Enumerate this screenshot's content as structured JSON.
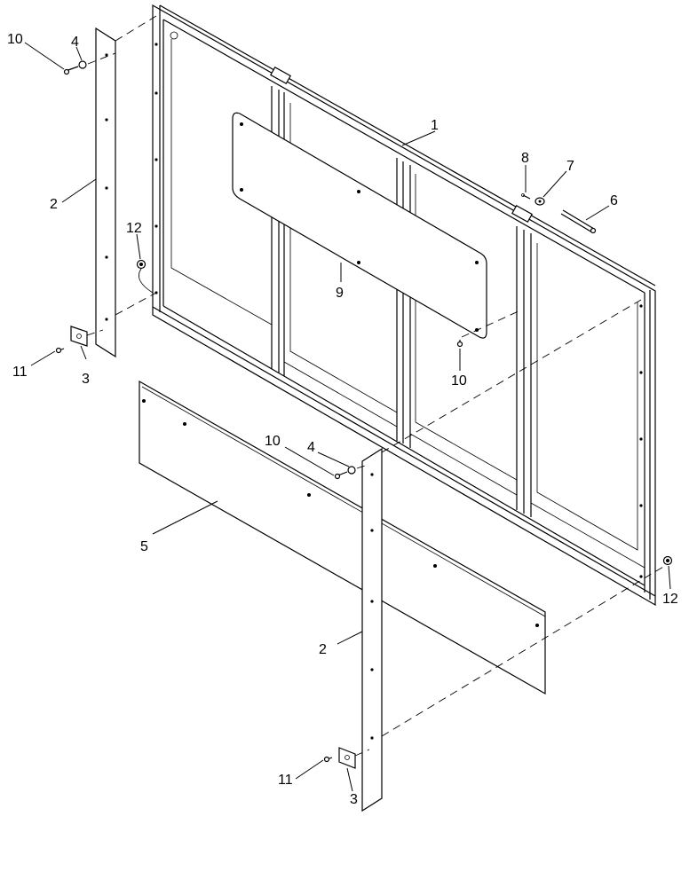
{
  "callouts": [
    {
      "id": "c1",
      "text": "1"
    },
    {
      "id": "c2a",
      "text": "2"
    },
    {
      "id": "c2b",
      "text": "2"
    },
    {
      "id": "c3a",
      "text": "3"
    },
    {
      "id": "c3b",
      "text": "3"
    },
    {
      "id": "c4a",
      "text": "4"
    },
    {
      "id": "c4b",
      "text": "4"
    },
    {
      "id": "c5",
      "text": "5"
    },
    {
      "id": "c6",
      "text": "6"
    },
    {
      "id": "c7",
      "text": "7"
    },
    {
      "id": "c8",
      "text": "8"
    },
    {
      "id": "c9",
      "text": "9"
    },
    {
      "id": "c10a",
      "text": "10"
    },
    {
      "id": "c10b",
      "text": "10"
    },
    {
      "id": "c10c",
      "text": "10"
    },
    {
      "id": "c11a",
      "text": "11"
    },
    {
      "id": "c11b",
      "text": "11"
    },
    {
      "id": "c12a",
      "text": "12"
    },
    {
      "id": "c12b",
      "text": "12"
    }
  ]
}
